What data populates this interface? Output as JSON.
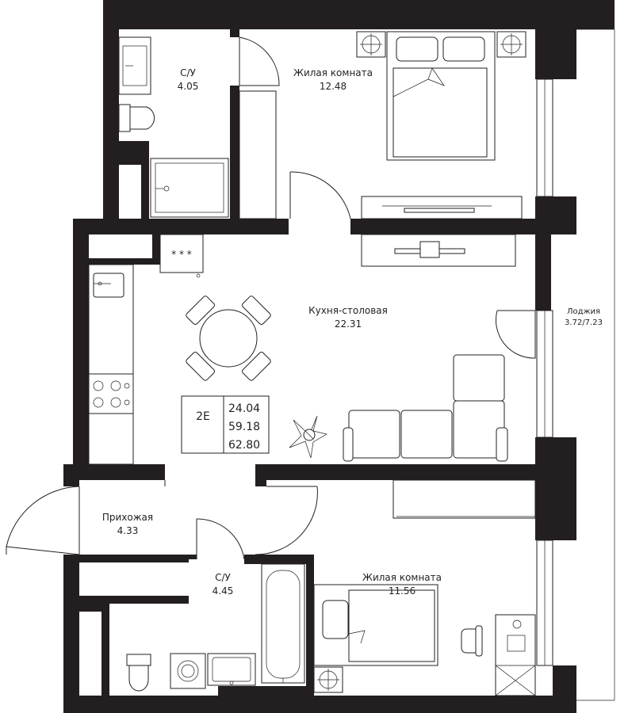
{
  "rooms": {
    "bathroom_top": {
      "name": "С/У",
      "area": "4.05"
    },
    "bedroom_top": {
      "name": "Жилая комната",
      "area": "12.48"
    },
    "kitchen": {
      "name": "Кухня-столовая",
      "area": "22.31"
    },
    "loggia": {
      "name": "Лоджия",
      "area": "3.72/7.23"
    },
    "hallway": {
      "name": "Прихожая",
      "area": "4.33"
    },
    "bathroom_bottom": {
      "name": "С/У",
      "area": "4.45"
    },
    "bedroom_bottom": {
      "name": "Жилая комната",
      "area": "11.56"
    }
  },
  "apartment": {
    "type": "2Е",
    "living_area": "24.04",
    "total_area_no_loggia": "59.18",
    "total_area": "62.80"
  },
  "stove_marks": "* * *",
  "colors": {
    "wall": "#231f20",
    "background": "#ffffff"
  }
}
